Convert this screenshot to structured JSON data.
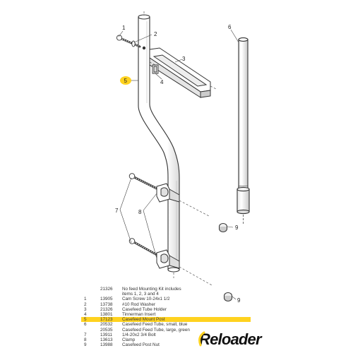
{
  "callouts": {
    "c1": "1",
    "c2": "2",
    "c3": "3",
    "c4": "4",
    "c5": "5",
    "c6": "6",
    "c7": "7",
    "c8": "8",
    "c9a": "9",
    "c9b": "9"
  },
  "parts_list": [
    {
      "idx": "",
      "num": "21326",
      "desc": "No feed Mounting Kit includes"
    },
    {
      "idx": "",
      "num": "",
      "desc": "items 1, 2, 3 and 4"
    },
    {
      "idx": "1",
      "num": "13905",
      "desc": "Cam Screw 10-24x1 1/2"
    },
    {
      "idx": "2",
      "num": "13738",
      "desc": "#10 Rod Washer"
    },
    {
      "idx": "3",
      "num": "21326",
      "desc": "Casefeed Tube Holder"
    },
    {
      "idx": "4",
      "num": "13801",
      "desc": "Tinnerman Insert"
    },
    {
      "idx": "5",
      "num": "17123",
      "desc": "Casefeed Mount Post"
    },
    {
      "idx": "6",
      "num": "20532",
      "desc": "Casefeed Feed Tube, small, blue"
    },
    {
      "idx": "",
      "num": "20535",
      "desc": "Casefeed Feed Tube, large, green"
    },
    {
      "idx": "7",
      "num": "13911",
      "desc": "1/4-20x2 3/4 Bolt"
    },
    {
      "idx": "8",
      "num": "13613",
      "desc": "Clamp"
    },
    {
      "idx": "9",
      "num": "13988",
      "desc": "Casefeed Post Nut"
    }
  ],
  "highlight_color": "#ffd21f",
  "brand": "Reloader"
}
